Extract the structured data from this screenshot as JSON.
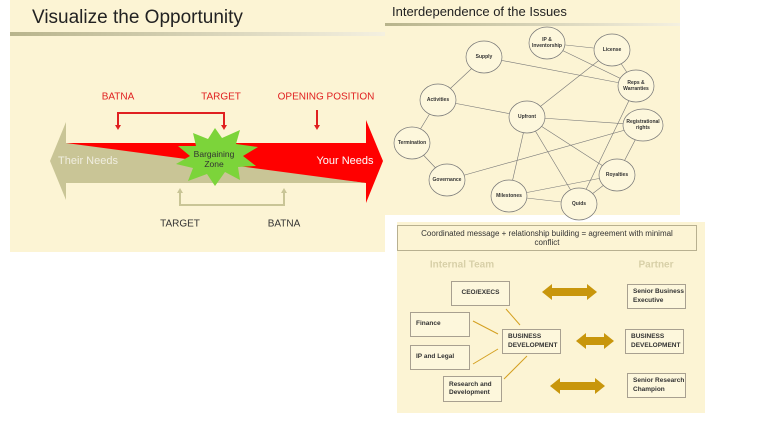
{
  "slide1": {
    "title": "Visualize the Opportunity",
    "top_labels": [
      "BATNA",
      "TARGET",
      "OPENING POSITION"
    ],
    "bottom_labels": [
      "TARGET",
      "BATNA"
    ],
    "their_needs": "Their Needs",
    "your_needs": "Your Needs",
    "zone": "Bargaining Zone"
  },
  "slide2": {
    "title": "Interdependence of the Issues",
    "nodes": [
      "IP & Inventorship",
      "License",
      "Supply",
      "Reps & Warranties",
      "Activities",
      "Upfront",
      "Registrational rights",
      "Termination",
      "Royalties",
      "Governance",
      "Milestones",
      "Quids"
    ]
  },
  "slide3": {
    "header": "Coordinated message + relationship building = agreement with minimal conflict",
    "internal": "Internal Team",
    "partner": "Partner",
    "boxes": {
      "ceo": "CEO/EXECS",
      "finance": "Finance",
      "ip": "IP and Legal",
      "rd": "Research and Development",
      "bd": "BUSINESS DEVELOPMENT",
      "sbe": "Senior Business Executive",
      "pbd": "BUSINESS DEVELOPMENT",
      "src": "Senior Research Champion"
    }
  },
  "colors": {
    "red": "#ff0000",
    "tan": "#c9c596",
    "green": "#7cd43a",
    "gold": "#c8960c",
    "bg": "#fcf4d4"
  }
}
